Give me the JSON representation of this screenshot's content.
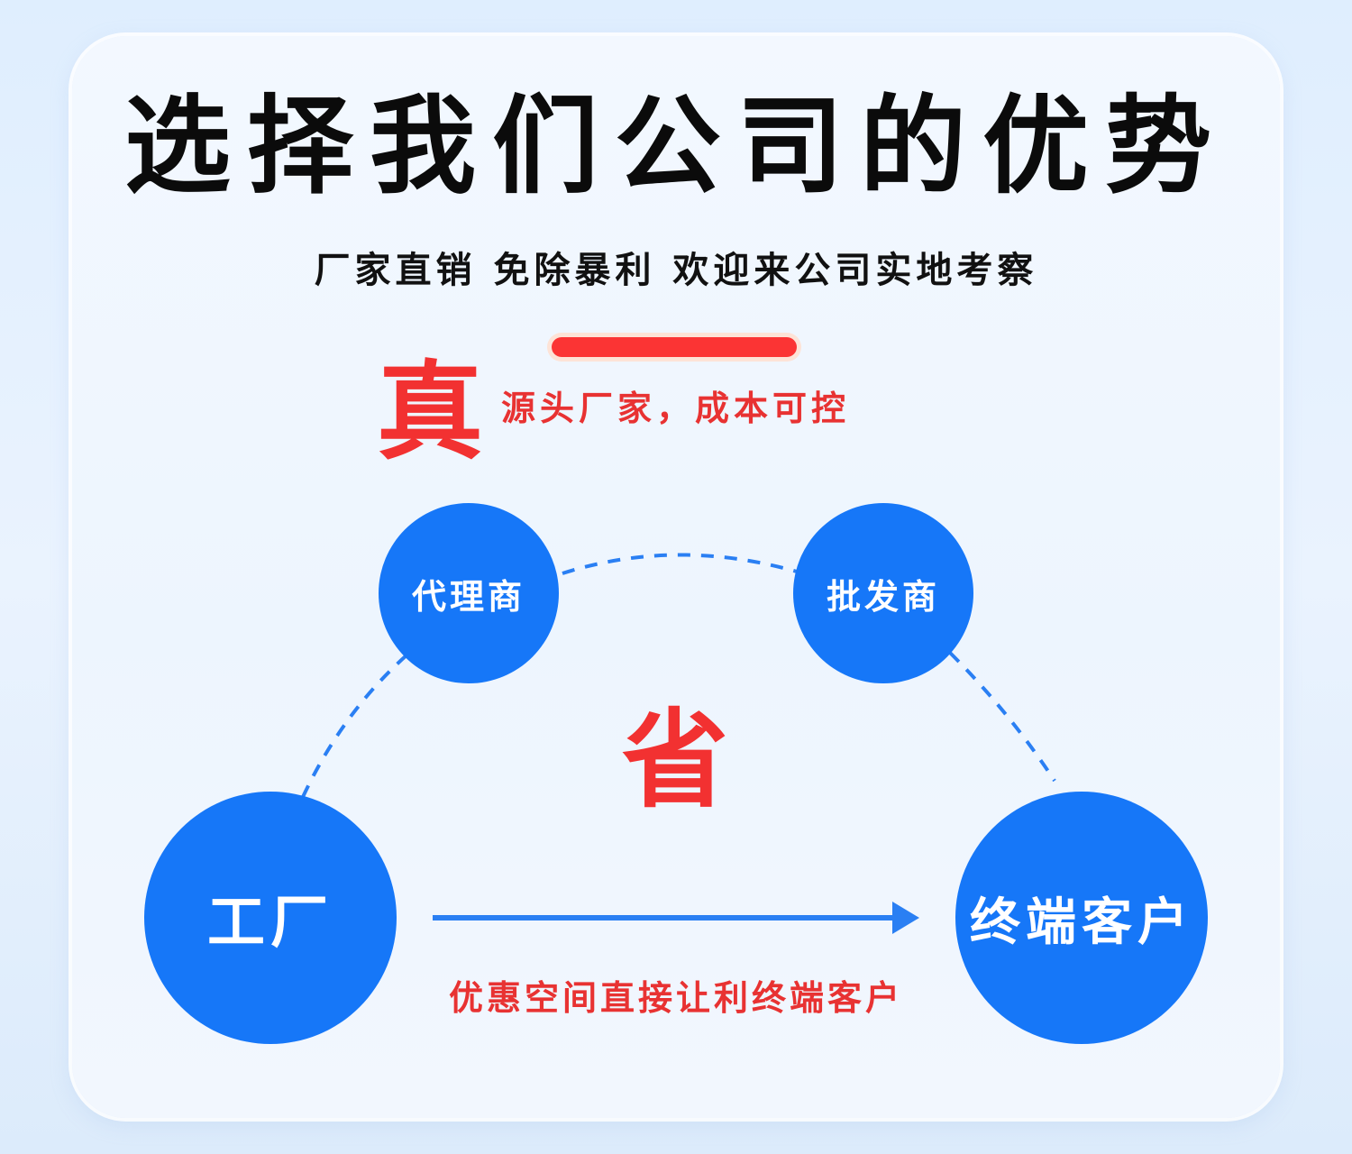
{
  "header": {
    "title": "选择我们公司的优势",
    "subtitle": "厂家直销 免除暴利 欢迎来公司实地考察"
  },
  "highlight": {
    "zhen_char": "真",
    "zhen_caption": "源头厂家，成本可控",
    "sheng_char": "省"
  },
  "nodes": {
    "agent": "代理商",
    "wholesaler": "批发商",
    "factory": "工厂",
    "end_customer": "终端客户"
  },
  "flow_caption": "优惠空间直接让利终端客户",
  "colors": {
    "node_blue": "#1677f8",
    "accent_red": "#f23131",
    "divider_red": "#fb3434",
    "dash_blue": "#2a7ff3"
  }
}
